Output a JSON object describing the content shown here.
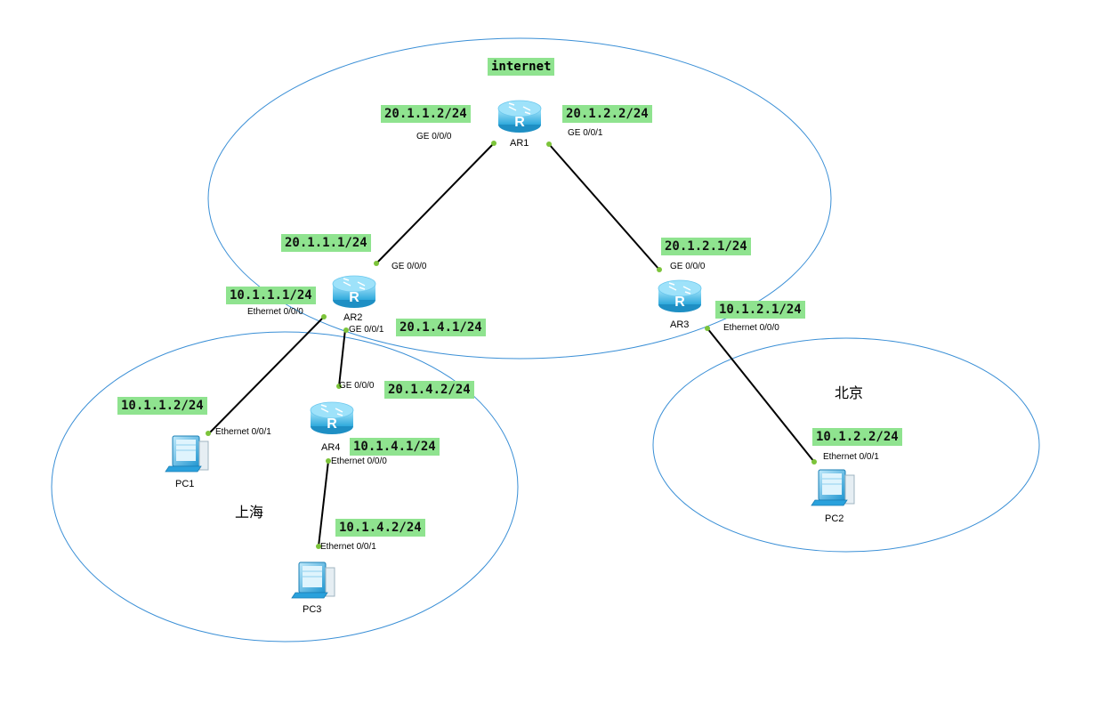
{
  "areas": {
    "internet": "internet",
    "shanghai": "上海",
    "beijing": "北京"
  },
  "devices": {
    "ar1": "AR1",
    "ar2": "AR2",
    "ar3": "AR3",
    "ar4": "AR4",
    "pc1": "PC1",
    "pc2": "PC2",
    "pc3": "PC3"
  },
  "ips": {
    "ar1_ge000": "20.1.1.2/24",
    "ar1_ge001": "20.1.2.2/24",
    "ar2_ge000": "20.1.1.1/24",
    "ar2_eth000": "10.1.1.1/24",
    "ar2_ge001": "20.1.4.1/24",
    "ar3_ge000": "20.1.2.1/24",
    "ar3_eth000": "10.1.2.1/24",
    "ar4_ge000": "20.1.4.2/24",
    "ar4_eth000": "10.1.4.1/24",
    "pc1": "10.1.1.2/24",
    "pc2": "10.1.2.2/24",
    "pc3": "10.1.4.2/24"
  },
  "ports": {
    "ar1_ge000": "GE 0/0/0",
    "ar1_ge001": "GE 0/0/1",
    "ar2_ge000": "GE 0/0/0",
    "ar2_eth000": "Ethernet 0/0/0",
    "ar2_ge001": "GE 0/0/1",
    "ar3_ge000": "GE 0/0/0",
    "ar3_eth000": "Ethernet 0/0/0",
    "ar4_ge000": "GE 0/0/0",
    "ar4_eth000": "Ethernet 0/0/0",
    "pc1_eth001": "Ethernet 0/0/1",
    "pc2_eth001": "Ethernet 0/0/1",
    "pc3_eth001": "Ethernet 0/0/1"
  },
  "colors": {
    "ip_label_bg": "#8fe38f",
    "area_border": "#3a8fd6",
    "link": "#000000",
    "port_dot": "#7cc43a",
    "router_body": "#5cc6ec",
    "pc_body": "#3fb0e6"
  },
  "icons": {
    "router": "router-icon",
    "pc": "pc-icon"
  }
}
